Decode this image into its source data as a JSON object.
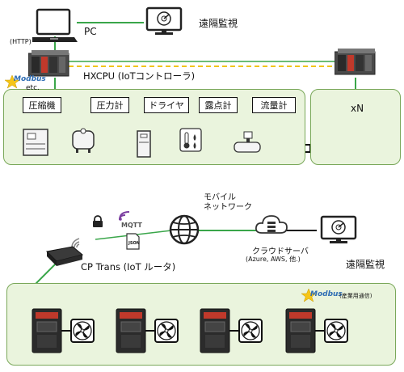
{
  "top": {
    "remote_label": "遠隔監視",
    "pc_label": "PC",
    "http_label": "(HTTP)",
    "controller_label": "HXCPU (IoTコントローラ)",
    "modbus_logo": "Modbus",
    "etc_label": "etc.",
    "xn_label": "xN",
    "devices": [
      "圧縮機",
      "圧力計",
      "ドライヤ",
      "露点計",
      "流量計"
    ]
  },
  "bottom": {
    "mobile_network_label": "モバイル\nネットワーク",
    "mqtt_label": "MQTT",
    "json_label": "JSON",
    "cloud_label": "クラウドサーバ",
    "cloud_sub_label": "(Azure, AWS, 他.)",
    "remote_label": "遠隔監視",
    "router_label": "CP Trans (IoT ルータ)",
    "modbus_logo": "Modbus",
    "industrial_label": "(産業用通信)"
  },
  "colors": {
    "panel_fill": "#eaf4dd",
    "panel_border": "#7aa85a",
    "link_green": "#3aa64a",
    "link_yellow": "#f0c419",
    "modbus_text": "#2e6db4",
    "modbus_star": "#f5c518"
  }
}
